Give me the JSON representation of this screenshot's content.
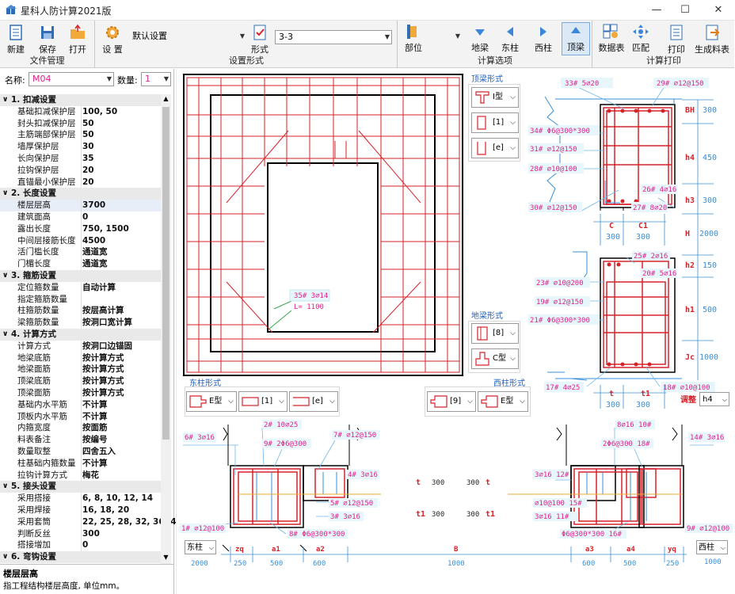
{
  "window": {
    "title": "星科人防计算2021版",
    "min": "—",
    "max": "☐",
    "close": "✕"
  },
  "ribbon": {
    "file_group": {
      "title": "文件管理",
      "new": "新建",
      "save": "保存",
      "open": "打开"
    },
    "settings_group": {
      "title": "设置形式",
      "settings": "设 置",
      "preset": "默认设置",
      "form": "形式",
      "section": "3-3"
    },
    "calc_group": {
      "title": "计算选项",
      "position": "部位",
      "ground_beam": "地梁",
      "east_col": "东柱",
      "west_col": "西柱",
      "top_beam": "顶梁"
    },
    "print_group": {
      "title": "计算打印",
      "data_table": "数据表",
      "rebar_cfg": "匹配",
      "print": "打印",
      "gen_table": "生成料表"
    }
  },
  "left": {
    "name_label": "名称:",
    "name_value": "M04",
    "qty_label": "数量:",
    "qty_value": "1",
    "rows": [
      {
        "k": "1. 扣减设置",
        "cat": true
      },
      {
        "k": "基础扣减保护层",
        "v": "100, 50"
      },
      {
        "k": "封头扣减保护层",
        "v": "50"
      },
      {
        "k": "主筋端部保护层",
        "v": "50"
      },
      {
        "k": "墙厚保护层",
        "v": "30"
      },
      {
        "k": "长向保护层",
        "v": "35"
      },
      {
        "k": "拉钩保护层",
        "v": "20"
      },
      {
        "k": "直锚最小保护层",
        "v": "20"
      },
      {
        "k": "2. 长度设置",
        "cat": true
      },
      {
        "k": "楼层层高",
        "v": "3700",
        "sel": true
      },
      {
        "k": "建筑面高",
        "v": "0"
      },
      {
        "k": "露出长度",
        "v": "750, 1500"
      },
      {
        "k": "中间层接筋长度",
        "v": "4500"
      },
      {
        "k": "活门槛长度",
        "v": "通道宽"
      },
      {
        "k": "门楣长度",
        "v": "通道宽"
      },
      {
        "k": "3. 箍筋设置",
        "cat": true
      },
      {
        "k": "定位箍数量",
        "v": "自动计算"
      },
      {
        "k": "指定箍筋数量",
        "v": ""
      },
      {
        "k": "柱箍筋数量",
        "v": "按层高计算"
      },
      {
        "k": "梁箍筋数量",
        "v": "按洞口宽计算"
      },
      {
        "k": "4. 计算方式",
        "cat": true
      },
      {
        "k": "计算方式",
        "v": "按洞口边锚固"
      },
      {
        "k": "地梁底筋",
        "v": "按计算方式"
      },
      {
        "k": "地梁面筋",
        "v": "按计算方式"
      },
      {
        "k": "顶梁底筋",
        "v": "按计算方式"
      },
      {
        "k": "顶梁面筋",
        "v": "按计算方式"
      },
      {
        "k": "基础内水平筋",
        "v": "不计算"
      },
      {
        "k": "顶板内水平筋",
        "v": "不计算"
      },
      {
        "k": "内箍宽度",
        "v": "按面筋"
      },
      {
        "k": "料表备注",
        "v": "按编号"
      },
      {
        "k": "数量取整",
        "v": "四舍五入"
      },
      {
        "k": "柱基础内箍数量",
        "v": "不计算"
      },
      {
        "k": "拉钩计算方式",
        "v": "梅花"
      },
      {
        "k": "5. 接头设置",
        "cat": true
      },
      {
        "k": "采用搭接",
        "v": "6, 8, 10, 12, 14"
      },
      {
        "k": "采用焊接",
        "v": "16, 18, 20"
      },
      {
        "k": "采用套筒",
        "v": "22, 25, 28, 32, 36, 4"
      },
      {
        "k": "判断反丝",
        "v": "300"
      },
      {
        "k": "搭接增加",
        "v": "0"
      },
      {
        "k": "6. 弯钩设置",
        "cat": true
      }
    ],
    "desc_title": "楼层层高",
    "desc_text": "指工程结构楼层高度, 单位mm。"
  },
  "canvas": {
    "top_beam_form_title": "顶梁形式",
    "top_beam_opts": [
      "I型",
      "[1]",
      "[e]"
    ],
    "ground_beam_form_title": "地梁形式",
    "ground_beam_opts": [
      "[8]",
      "C型"
    ],
    "east_col_title": "东柱形式",
    "east_col_opts": [
      "E型",
      "[1]",
      "[e]"
    ],
    "west_col_title": "西柱形式",
    "west_col_opts": [
      "[9]",
      "E型"
    ],
    "adjust_label": "调整",
    "adjust_value": "h4",
    "east_side": "东柱",
    "west_side": "西柱",
    "plan": {
      "label35": "35# 3⌀14",
      "labelL": "L= 1100"
    },
    "top_beam_section": {
      "l33": "33# 5⌀20",
      "l29": "29# ⌀12@150",
      "l34": "34# Φ6@300*300",
      "l31": "31# ⌀12@150",
      "l28": "28# ⌀10@100",
      "l26": "26# 4⌀16",
      "l30": "30# ⌀12@150",
      "l27": "27# 8⌀20",
      "dims": {
        "BH": "BH",
        "BH_v": "300",
        "h4": "h4",
        "h4_v": "450",
        "h3": "h3",
        "h3_v": "300",
        "C": "C",
        "C1": "C1",
        "C_v": "300",
        "C1_v": "300",
        "H": "H",
        "H_v": "2000"
      }
    },
    "ground_beam_section": {
      "l25": "25# 2⌀16",
      "l20": "20# 5⌀16",
      "l23": "23# ⌀10@200",
      "l19": "19# ⌀12@150",
      "l21": "21# Φ6@300*300",
      "l17": "17# 4⌀25",
      "l18": "18# ⌀10@100",
      "dims": {
        "h2": "h2",
        "h2_v": "150",
        "h1": "h1",
        "h1_v": "500",
        "Jc": "Jc",
        "Jc_v": "1000",
        "t": "t",
        "t1": "t1",
        "t_v": "300",
        "t1_v": "300"
      }
    },
    "column_section": {
      "l2": "2# 10⌀25",
      "l6": "6# 3⌀16",
      "l9": "9# 2Φ6@300",
      "l7": "7# ⌀12@150",
      "l4": "4# 3⌀16",
      "l5": "5# ⌀12@150",
      "l3": "3# 3⌀16",
      "l1": "1# ⌀12@100",
      "l8": "8# Φ6@300*300",
      "r8": "8⌀16 10#",
      "r2": "2Φ6@300 18#",
      "r14": "14# 3⌀16",
      "r3": "3⌀16 12#",
      "r10": "⌀10@100 15#",
      "r11": "3⌀16   11#",
      "r9": "9# ⌀12@100",
      "r6": "Φ6@300*300 16#",
      "t": "t",
      "t1": "t1",
      "v300": "300",
      "dims": {
        "zq": "zq",
        "a1": "a1",
        "a2": "a2",
        "B": "B",
        "a3": "a3",
        "a4": "a4",
        "yq": "yq",
        "v2000": "2000",
        "v250": "250",
        "v500": "500",
        "v600": "600",
        "v1000": "1000",
        "v600b": "600",
        "v500b": "500",
        "v250b": "250",
        "v1000b": "1000"
      }
    }
  },
  "colors": {
    "rebar": "#d6232a",
    "label": "#e0218a",
    "dim": "#3a8fd8",
    "leader": "#6fb7e8",
    "accent": "#1f5fbf"
  }
}
